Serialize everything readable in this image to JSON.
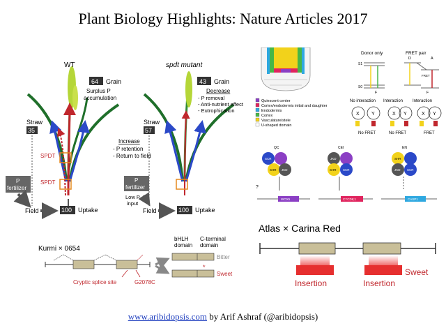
{
  "slide": {
    "title": "Plant Biology Highlights: Nature Articles 2017",
    "footer_link": "www.aribidopsis.com",
    "footer_text": " by Arif Ashraf (@aribidopsis)"
  },
  "spdt_panel": {
    "wt_label": "WT",
    "mutant_label": "spdt mutant",
    "wt_grain": "64",
    "mutant_grain": "43",
    "grain_label": "Grain",
    "surplus_text_1": "Surplus P",
    "surplus_text_2": "accumulation",
    "decrease_label": "Decrease",
    "decrease_items": [
      "- P removal",
      "- Anti-nutrient effect",
      "- Eutrophication"
    ],
    "straw_label": "Straw",
    "wt_straw": "35",
    "mutant_straw": "57",
    "increase_label": "Increase",
    "increase_items": [
      "- P retention",
      "- Return to field"
    ],
    "spdt_label": "SPDT",
    "p_fertilizer_1": "P",
    "p_fertilizer_2": "fertilizer",
    "low_p_1": "Low P",
    "low_p_2": "input",
    "field_label": "Field",
    "uptake_value": "100",
    "uptake_label": "Uptake"
  },
  "root_panel": {
    "legend": [
      "Quiescent center",
      "Cortex/endodermis initial and daughter",
      "Endodermis",
      "Cortex",
      "Vasculature/stele",
      "U-shaped domain"
    ],
    "legend_colors": [
      "#8b3fc4",
      "#e0245e",
      "#2fa8e0",
      "#46b648",
      "#f2d21b",
      "#ffffff"
    ]
  },
  "fret_panel": {
    "donor_only": "Donor only",
    "fret_pair": "FRET pair",
    "d_label": "D",
    "a_label": "A",
    "s1": "S1",
    "s0": "S0",
    "f_label": "F",
    "fret_small": "FRET",
    "no_interaction": "No interaction",
    "interaction": "Interaction",
    "x": "X",
    "y": "Y",
    "no_fret": "No FRET",
    "fret": "FRET"
  },
  "complex_panel": {
    "groups": [
      {
        "tag": "QC",
        "nodes": [
          "SCR",
          "SHR",
          "JKD"
        ],
        "gene": "WOX5"
      },
      {
        "tag": "CEI",
        "nodes": [
          "JKD",
          "SHR",
          "SCR"
        ],
        "gene": "CYCD6;1"
      },
      {
        "tag": "EN",
        "nodes": [
          "SHR",
          "JKD",
          "SCR"
        ],
        "gene": "CASP1"
      }
    ],
    "question_mark": "?"
  },
  "kurmi_panel": {
    "title": "Kurmi × 0654",
    "bhlh_1": "bHLH",
    "bhlh_2": "domain",
    "cterm_1": "C-terminal",
    "cterm_2": "domain",
    "bitter": "Bitter",
    "sweet": "Sweet",
    "star": "*",
    "cryptic": "Cryptic splice site",
    "mutation": "G2078C"
  },
  "atlas_panel": {
    "title": "Atlas × Carina Red",
    "sweet": "Sweet",
    "insertion": "Insertion"
  }
}
